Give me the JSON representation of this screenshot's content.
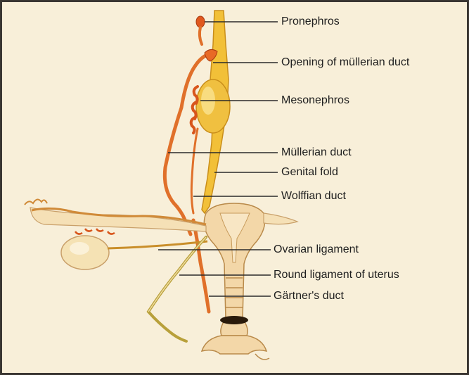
{
  "labels": {
    "pronephros": "Pronephros",
    "opening_mullerian_duct": "Opening of müllerian duct",
    "mesonephros": "Mesonephros",
    "mullerian_duct": "Müllerian duct",
    "genital_fold": "Genital fold",
    "wolffian_duct": "Wolffian duct",
    "ovarian_ligament": "Ovarian ligament",
    "round_ligament": "Round ligament of uterus",
    "gartners_duct": "Gärtner's duct"
  },
  "colors": {
    "background": "#f8efd9",
    "duct_orange": "#e0702a",
    "genital_yellow": "#f2c038",
    "uterus_tissue": "#f3d7a8",
    "uterus_shade": "#d8b27a",
    "ovary": "#f5e2b4",
    "leader_line": "#2a2a2a",
    "cervix_dark": "#2a1a0a"
  }
}
